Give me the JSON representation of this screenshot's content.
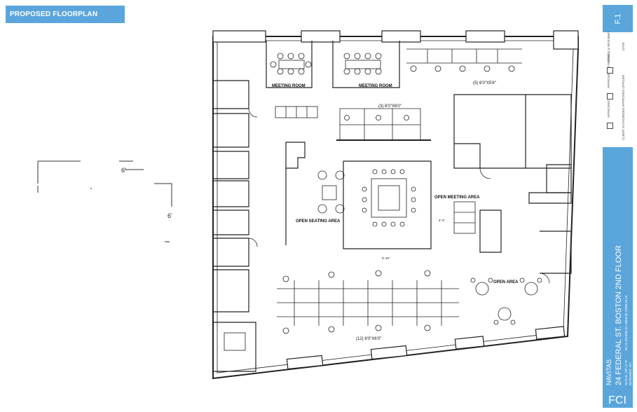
{
  "header": {
    "title": "PROPOSED FLOORPLAN"
  },
  "sheet": {
    "number": "F.1"
  },
  "approval": {
    "items": [
      "APPROVED",
      "APPROVED AS NOTED",
      "REVISE & RESUBMIT",
      "CLIENT AUTHORIZED APPROVED OFFICER",
      "DATE"
    ]
  },
  "titleblock": {
    "client": "NAVITAS",
    "address": "24 FEDERAL ST. BOSTON 2ND FLOOR",
    "scale": "SCALE: 1/8\"=1'-0\"",
    "dates": "05.11.2015/06.21.16/08.05.16/08.19.16",
    "drawn": "DESIGNER: DH",
    "logo": "FCI"
  },
  "key_plan": {
    "dimension_horizontal": "6'",
    "dimension_vertical": "6'"
  },
  "rooms": {
    "meeting_room_1": "MEETING ROOM",
    "meeting_room_2": "MEETING ROOM",
    "workstations_5": "(5) 6'0\"X5'6\"",
    "workstations_3": "(3) 6'0\"X6'0\"",
    "open_meeting": "OPEN MEETING AREA",
    "open_seating": "OPEN SEATING AREA",
    "open_area": "OPEN AREA",
    "workstations_12": "(12) 6'0\"X6'0\"",
    "dim_small_1": "4'-4\"",
    "dim_small_2": "9'-10\""
  },
  "colors": {
    "accent_blue": "#5aa6dc",
    "line": "#222222"
  }
}
